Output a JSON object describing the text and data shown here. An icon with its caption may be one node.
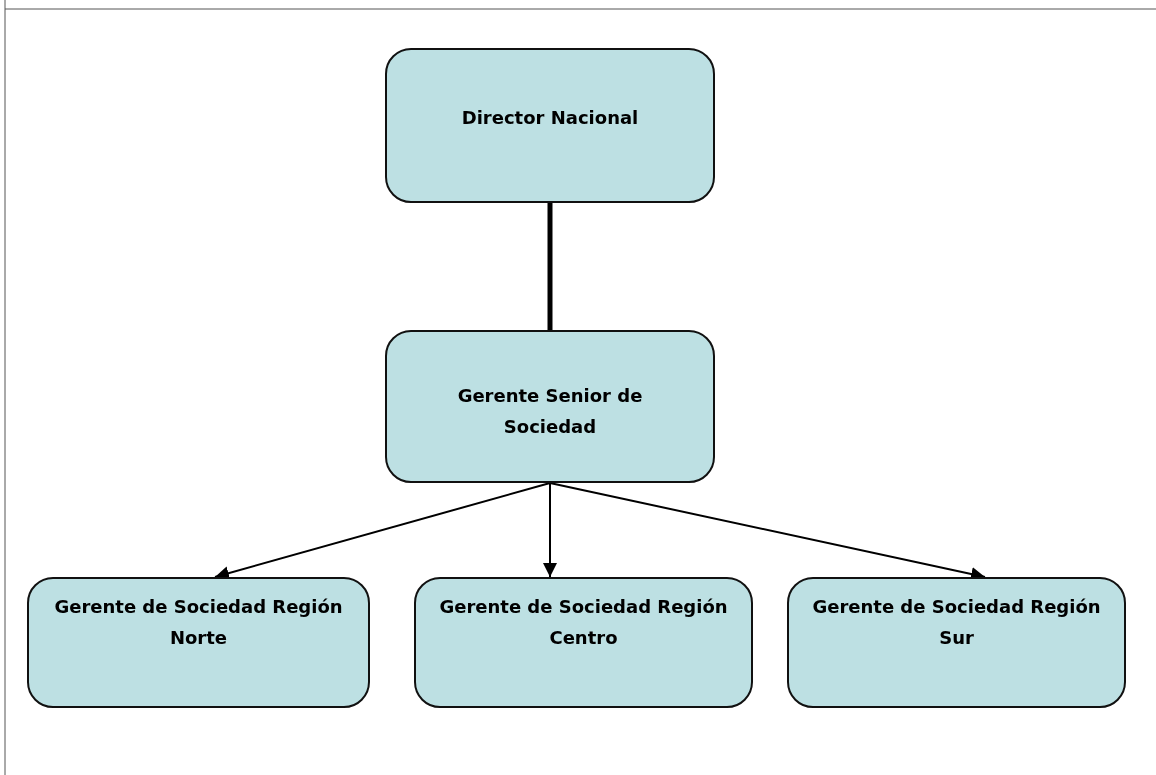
{
  "diagram": {
    "nodes": [
      {
        "text": [
          "Director Nacional"
        ]
      },
      {
        "text": [
          "Gerente Senior de Sociedad"
        ]
      },
      {
        "text": [
          "Gerente de Sociedad Región Norte"
        ]
      },
      {
        "text": [
          "Gerente de Sociedad Región Centro"
        ]
      },
      {
        "text": [
          "Gerente de Sociedad Región Sur"
        ]
      }
    ],
    "edges": [
      {
        "from": 0,
        "to": 1,
        "arrow": "none",
        "style": "thick"
      },
      {
        "from": 1,
        "to": 2,
        "arrow": "to"
      },
      {
        "from": 1,
        "to": 3,
        "arrow": "to"
      },
      {
        "from": 1,
        "to": 4,
        "arrow": "to"
      }
    ]
  }
}
